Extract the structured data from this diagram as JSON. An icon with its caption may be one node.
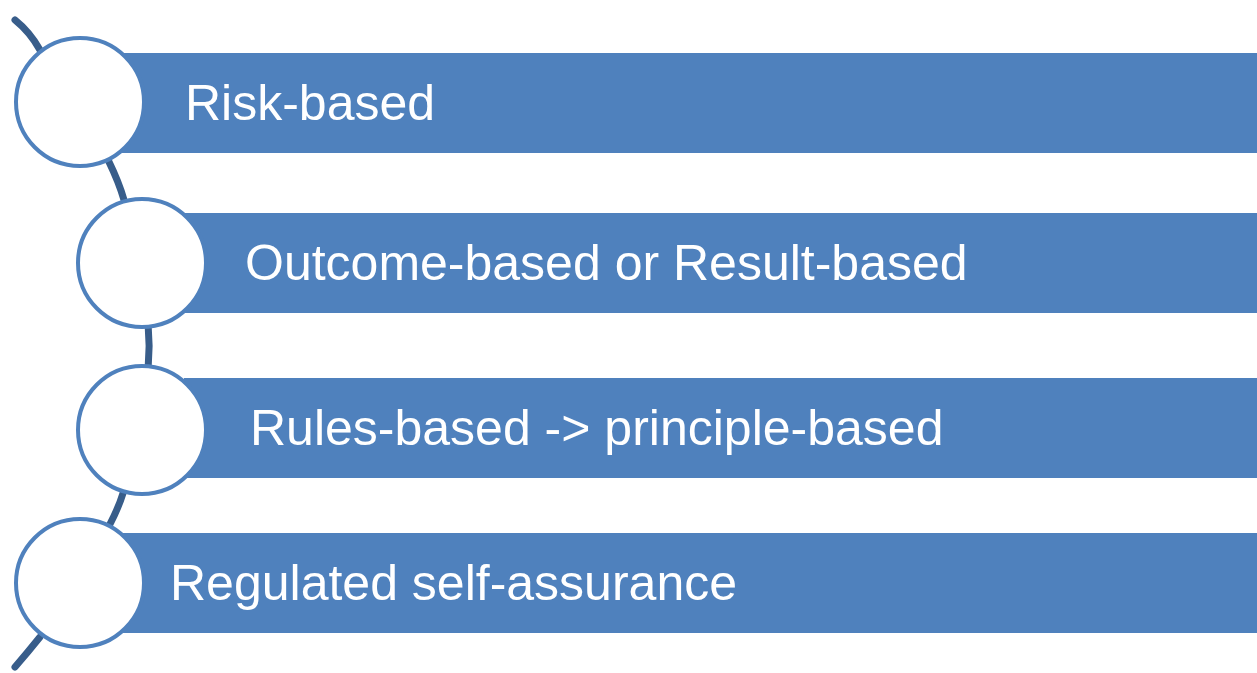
{
  "diagram": {
    "nodes": [
      {
        "text": [
          "Risk-based"
        ]
      },
      {
        "text": [],
        "shape": "circle"
      },
      {
        "text": [
          "Outcome-based or Result-based"
        ]
      },
      {
        "text": [],
        "shape": "circle"
      },
      {
        "text": [
          "Rules-based -> principle-based"
        ]
      },
      {
        "text": [],
        "shape": "circle"
      },
      {
        "text": [
          "Regulated self-assurance"
        ]
      },
      {
        "text": [],
        "shape": "circle"
      }
    ],
    "edges": [
      {
        "from": 1,
        "to": 3,
        "arrow": "none"
      },
      {
        "from": 3,
        "to": 5,
        "arrow": "none"
      },
      {
        "from": 5,
        "to": 7,
        "arrow": "none"
      }
    ]
  }
}
